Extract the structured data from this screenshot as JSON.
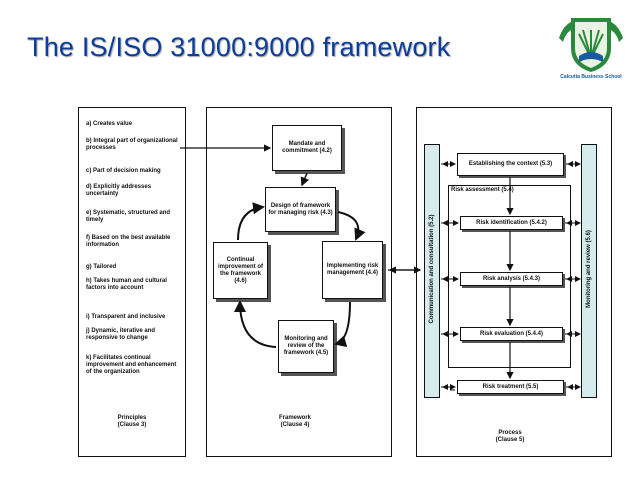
{
  "slide": {
    "title": "The IS/ISO 31000:9000 framework",
    "logo_text": "Calcutta Business School"
  },
  "principles": {
    "items": [
      "a) Creates value",
      "b) Integral part of organizational processes",
      "c) Part of decision making",
      "d) Explicitly addresses uncertainty",
      "e) Systematic, structured and timely",
      "f) Based on the best available information",
      "g) Tailored",
      "h) Takes human and cultural factors into account",
      "i) Transparent and inclusive",
      "j) Dynamic, iterative and responsive to change",
      "k) Facilitates continual improvement and enhancement of the organization"
    ],
    "caption": "Principles\n(Clause 3)"
  },
  "framework": {
    "mandate": "Mandate and commitment (4.2)",
    "design": "Design of framework for managing risk (4.3)",
    "implementing": "Implementing risk management (4.4)",
    "monitoring": "Monitoring and review of the framework (4.5)",
    "continual": "Continual improvement of the framework (4.6)",
    "caption": "Framework\n(Clause 4)"
  },
  "process": {
    "communication": "Communication and consultation (5.2)",
    "monitoring": "Monitoring and review (5.6)",
    "context": "Establishing the context (5.3)",
    "assessment": "Risk  assessment (5.4)",
    "identification": "Risk identification (5.4.2)",
    "analysis": "Risk analysis (5.4.3)",
    "evaluation": "Risk evaluation (5.4.4)",
    "treatment": "Risk treatment (5.5)",
    "caption": "Process\n(Clause 5)"
  },
  "colors": {
    "title": "#0d3d9c",
    "bar_fill": "#d6ecec"
  }
}
